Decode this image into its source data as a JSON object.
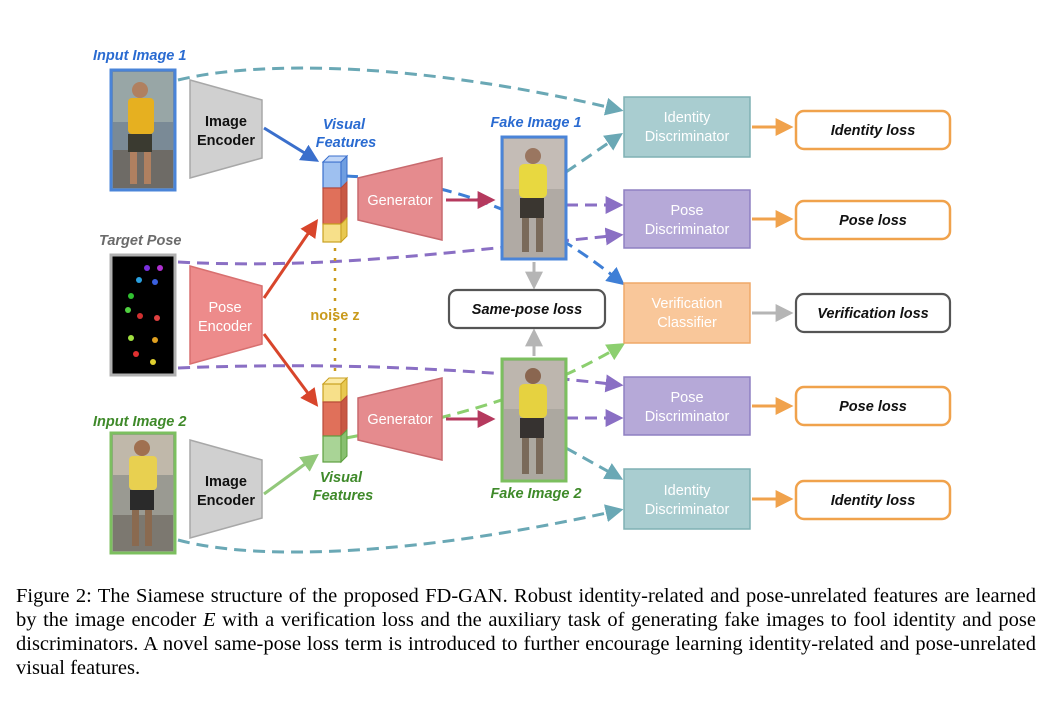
{
  "labels": {
    "input_image_1": "Input Image 1",
    "input_image_2": "Input Image 2",
    "target_pose": "Target Pose",
    "image_encoder_top": [
      "Image",
      "Encoder"
    ],
    "image_encoder_bottom": [
      "Image",
      "Encoder"
    ],
    "pose_encoder": [
      "Pose",
      "Encoder"
    ],
    "visual_features_top": [
      "Visual",
      "Features"
    ],
    "visual_features_bottom": [
      "Visual",
      "Features"
    ],
    "noise": "noise z",
    "generator_top": "Generator",
    "generator_bottom": "Generator",
    "fake_image_1": "Fake Image 1",
    "fake_image_2": "Fake Image 2",
    "same_pose_loss": "Same-pose loss",
    "identity_discriminator_top": [
      "Identity",
      "Discriminator"
    ],
    "pose_discriminator_top": [
      "Pose",
      "Discriminator"
    ],
    "verification_classifier": [
      "Verification",
      "Classifier"
    ],
    "pose_discriminator_bottom": [
      "Pose",
      "Discriminator"
    ],
    "identity_discriminator_bottom": [
      "Identity",
      "Discriminator"
    ],
    "identity_loss_top": "Identity loss",
    "pose_loss_top": "Pose loss",
    "verification_loss": "Verification loss",
    "pose_loss_bottom": "Pose loss",
    "identity_loss_bottom": "Identity loss"
  },
  "caption": {
    "prefix": "Figure 2: The Siamese structure of the proposed FD-GAN. Robust identity-related and pose-unrelated features are learned by the image encoder ",
    "math": "E",
    "suffix": " with a verification loss and the auxiliary task of generating fake images to fool identity and pose discriminators. A novel same-pose loss term is introduced to further encourage learning identity-related and pose-unrelated visual features."
  },
  "colors": {
    "blue_label": "#2a6bd1",
    "green_label": "#3f8a2a",
    "gray_label": "#6b6b6b",
    "noise_label": "#c99a1c",
    "identity_disc": "#a9cdd0",
    "pose_disc": "#b6a9d8",
    "verification": "#f9c79a",
    "loss_border": "#f0a24c",
    "encoder_gray": "#d0d0d0",
    "pose_encoder": "#ed8b8b",
    "generator": "#e58b8e",
    "arrow_blue": "#3a6fcc",
    "arrow_red": "#d8452b",
    "arrow_green": "#92c87a",
    "dashed_teal": "#6aa8b5",
    "dashed_purple": "#8a6fc4",
    "dashed_blue": "#3f7fd6",
    "dashed_green": "#8ccf6f",
    "arrow_orange": "#f0a24c",
    "arrow_gray": "#b5b5b5",
    "arrow_maroon": "#b5395e"
  }
}
